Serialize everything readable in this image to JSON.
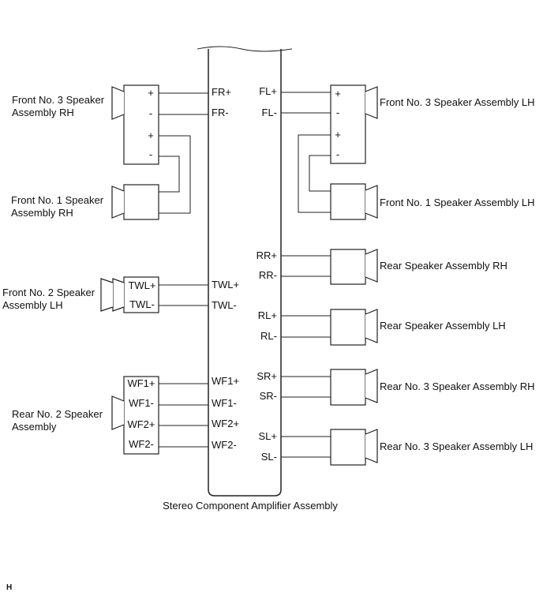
{
  "amplifier": {
    "label": "Stereo Component Amplifier Assembly",
    "left_pins": [
      "FR+",
      "FR-",
      "TWL+",
      "TWL-",
      "WF1+",
      "WF1-",
      "WF2+",
      "WF2-"
    ],
    "right_pins": [
      "FL+",
      "FL-",
      "RR+",
      "RR-",
      "RL+",
      "RL-",
      "SR+",
      "SR-",
      "SL+",
      "SL-"
    ]
  },
  "speakers": {
    "front3_rh": {
      "line1": "Front No. 3 Speaker",
      "line2": "Assembly RH",
      "terminals": [
        "+",
        "-",
        "+",
        "-"
      ]
    },
    "front1_rh": {
      "line1": "Front No. 1 Speaker",
      "line2": "Assembly RH"
    },
    "front2_lh": {
      "line1": "Front No. 2 Speaker",
      "line2": "Assembly LH",
      "terminals": [
        "TWL+",
        "TWL-"
      ]
    },
    "rear2": {
      "line1": "Rear No. 2 Speaker",
      "line2": "Assembly",
      "terminals": [
        "WF1+",
        "WF1-",
        "WF2+",
        "WF2-"
      ]
    },
    "front3_lh": {
      "label": "Front No. 3 Speaker Assembly LH",
      "terminals": [
        "+",
        "-",
        "+",
        "-"
      ]
    },
    "front1_lh": {
      "label": "Front No. 1 Speaker Assembly LH"
    },
    "rear_rh": {
      "label": "Rear Speaker Assembly RH"
    },
    "rear_lh": {
      "label": "Rear Speaker Assembly LH"
    },
    "rear3_rh": {
      "label": "Rear No. 3 Speaker Assembly RH"
    },
    "rear3_lh": {
      "label": "Rear No. 3 Speaker Assembly LH"
    }
  },
  "corner_mark": "H"
}
